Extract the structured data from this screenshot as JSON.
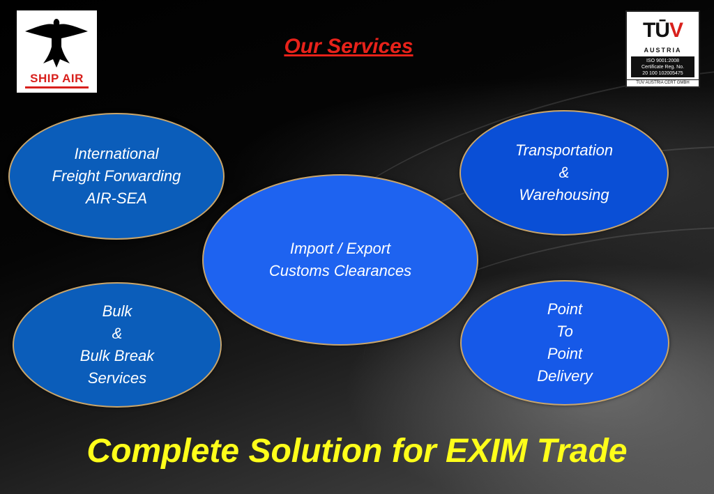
{
  "logo_left": {
    "text": "SHIP AIR",
    "icon": "bird-icon"
  },
  "logo_right": {
    "mark": "TŪV",
    "country": "AUSTRIA",
    "cert_line1": "ISO 9001:2008",
    "cert_line2": "Certificate Reg. No.",
    "cert_line3": "20 100 102005475",
    "footer": "TÜV AUSTRIA CERT GMBH"
  },
  "title": "Our Services",
  "services": {
    "freight": "International\nFreight Forwarding\nAIR-SEA",
    "transport": "Transportation\n&\nWarehousing",
    "customs": "Import / Export\nCustoms Clearances",
    "bulk": "Bulk\n&\nBulk Break\nServices",
    "p2p": "Point\nTo\nPoint\nDelivery"
  },
  "tagline": "Complete Solution for EXIM Trade",
  "colors": {
    "title": "#e8221a",
    "tagline": "#ffff1a",
    "bubble_fill": "#0a4fd6",
    "bubble_border": "#c9a56a"
  }
}
